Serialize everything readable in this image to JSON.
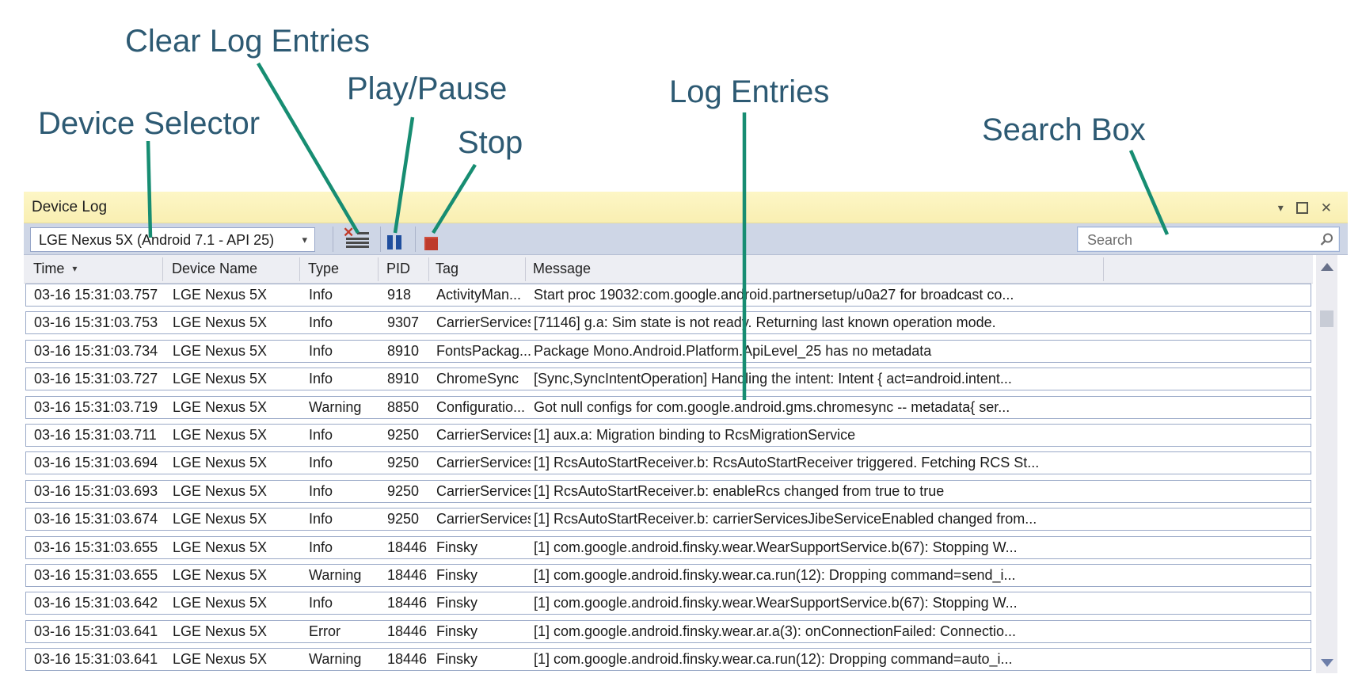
{
  "annotations": {
    "device_selector": "Device Selector",
    "clear_log": "Clear Log Entries",
    "play_pause": "Play/Pause",
    "stop": "Stop",
    "log_entries": "Log Entries",
    "search_box": "Search Box"
  },
  "panel": {
    "title": "Device Log",
    "window_controls": {
      "menu": "▾",
      "close": "✕"
    },
    "toolbar": {
      "device_selector_value": "LGE Nexus 5X (Android 7.1 - API 25)",
      "dropdown_arrow": "▾",
      "clear_x_glyph": "✕",
      "search_placeholder": "Search"
    },
    "table": {
      "columns": [
        "Time",
        "Device Name",
        "Type",
        "PID",
        "Tag",
        "Message"
      ],
      "sort_indicator": "▾",
      "rows": [
        {
          "time": "03-16 15:31:03.757",
          "device": "LGE Nexus 5X",
          "type": "Info",
          "pid": "918",
          "tag": "ActivityMan...",
          "message": "Start proc 19032:com.google.android.partnersetup/u0a27 for broadcast co..."
        },
        {
          "time": "03-16 15:31:03.753",
          "device": "LGE Nexus 5X",
          "type": "Info",
          "pid": "9307",
          "tag": "CarrierServices",
          "message": "[71146] g.a: Sim state is not ready. Returning last known operation mode."
        },
        {
          "time": "03-16 15:31:03.734",
          "device": "LGE Nexus 5X",
          "type": "Info",
          "pid": "8910",
          "tag": "FontsPackag...",
          "message": "Package Mono.Android.Platform.ApiLevel_25 has no metadata"
        },
        {
          "time": "03-16 15:31:03.727",
          "device": "LGE Nexus 5X",
          "type": "Info",
          "pid": "8910",
          "tag": "ChromeSync",
          "message": "[Sync,SyncIntentOperation] Handling the intent: Intent { act=android.intent..."
        },
        {
          "time": "03-16 15:31:03.719",
          "device": "LGE Nexus 5X",
          "type": "Warning",
          "pid": "8850",
          "tag": "Configuratio...",
          "message": "Got null configs for com.google.android.gms.chromesync -- metadata{ ser..."
        },
        {
          "time": "03-16 15:31:03.711",
          "device": "LGE Nexus 5X",
          "type": "Info",
          "pid": "9250",
          "tag": "CarrierServices",
          "message": "[1] aux.a: Migration binding to RcsMigrationService"
        },
        {
          "time": "03-16 15:31:03.694",
          "device": "LGE Nexus 5X",
          "type": "Info",
          "pid": "9250",
          "tag": "CarrierServices",
          "message": "[1] RcsAutoStartReceiver.b: RcsAutoStartReceiver triggered. Fetching RCS St..."
        },
        {
          "time": "03-16 15:31:03.693",
          "device": "LGE Nexus 5X",
          "type": "Info",
          "pid": "9250",
          "tag": "CarrierServices",
          "message": "[1] RcsAutoStartReceiver.b: enableRcs changed from true to true"
        },
        {
          "time": "03-16 15:31:03.674",
          "device": "LGE Nexus 5X",
          "type": "Info",
          "pid": "9250",
          "tag": "CarrierServices",
          "message": "[1] RcsAutoStartReceiver.b: carrierServicesJibeServiceEnabled changed from..."
        },
        {
          "time": "03-16 15:31:03.655",
          "device": "LGE Nexus 5X",
          "type": "Info",
          "pid": "18446",
          "tag": "Finsky",
          "message": "[1] com.google.android.finsky.wear.WearSupportService.b(67): Stopping W..."
        },
        {
          "time": "03-16 15:31:03.655",
          "device": "LGE Nexus 5X",
          "type": "Warning",
          "pid": "18446",
          "tag": "Finsky",
          "message": "[1] com.google.android.finsky.wear.ca.run(12): Dropping command=send_i..."
        },
        {
          "time": "03-16 15:31:03.642",
          "device": "LGE Nexus 5X",
          "type": "Info",
          "pid": "18446",
          "tag": "Finsky",
          "message": "[1] com.google.android.finsky.wear.WearSupportService.b(67): Stopping W..."
        },
        {
          "time": "03-16 15:31:03.641",
          "device": "LGE Nexus 5X",
          "type": "Error",
          "pid": "18446",
          "tag": "Finsky",
          "message": "[1] com.google.android.finsky.wear.ar.a(3): onConnectionFailed: Connectio..."
        },
        {
          "time": "03-16 15:31:03.641",
          "device": "LGE Nexus 5X",
          "type": "Warning",
          "pid": "18446",
          "tag": "Finsky",
          "message": "[1] com.google.android.finsky.wear.ca.run(12): Dropping command=auto_i..."
        }
      ]
    }
  },
  "colors": {
    "annotation_text": "#2d5a73",
    "callout_line": "#178d72",
    "titlebar_yellow": "#fbf2bc",
    "toolbar_gray_blue": "#ced6e6",
    "row_border": "#9aa9c7",
    "header_bg": "#edeef3",
    "pause_blue": "#1f4e9e",
    "stop_red": "#be3a2b",
    "clear_x_red": "#c13b2a"
  }
}
